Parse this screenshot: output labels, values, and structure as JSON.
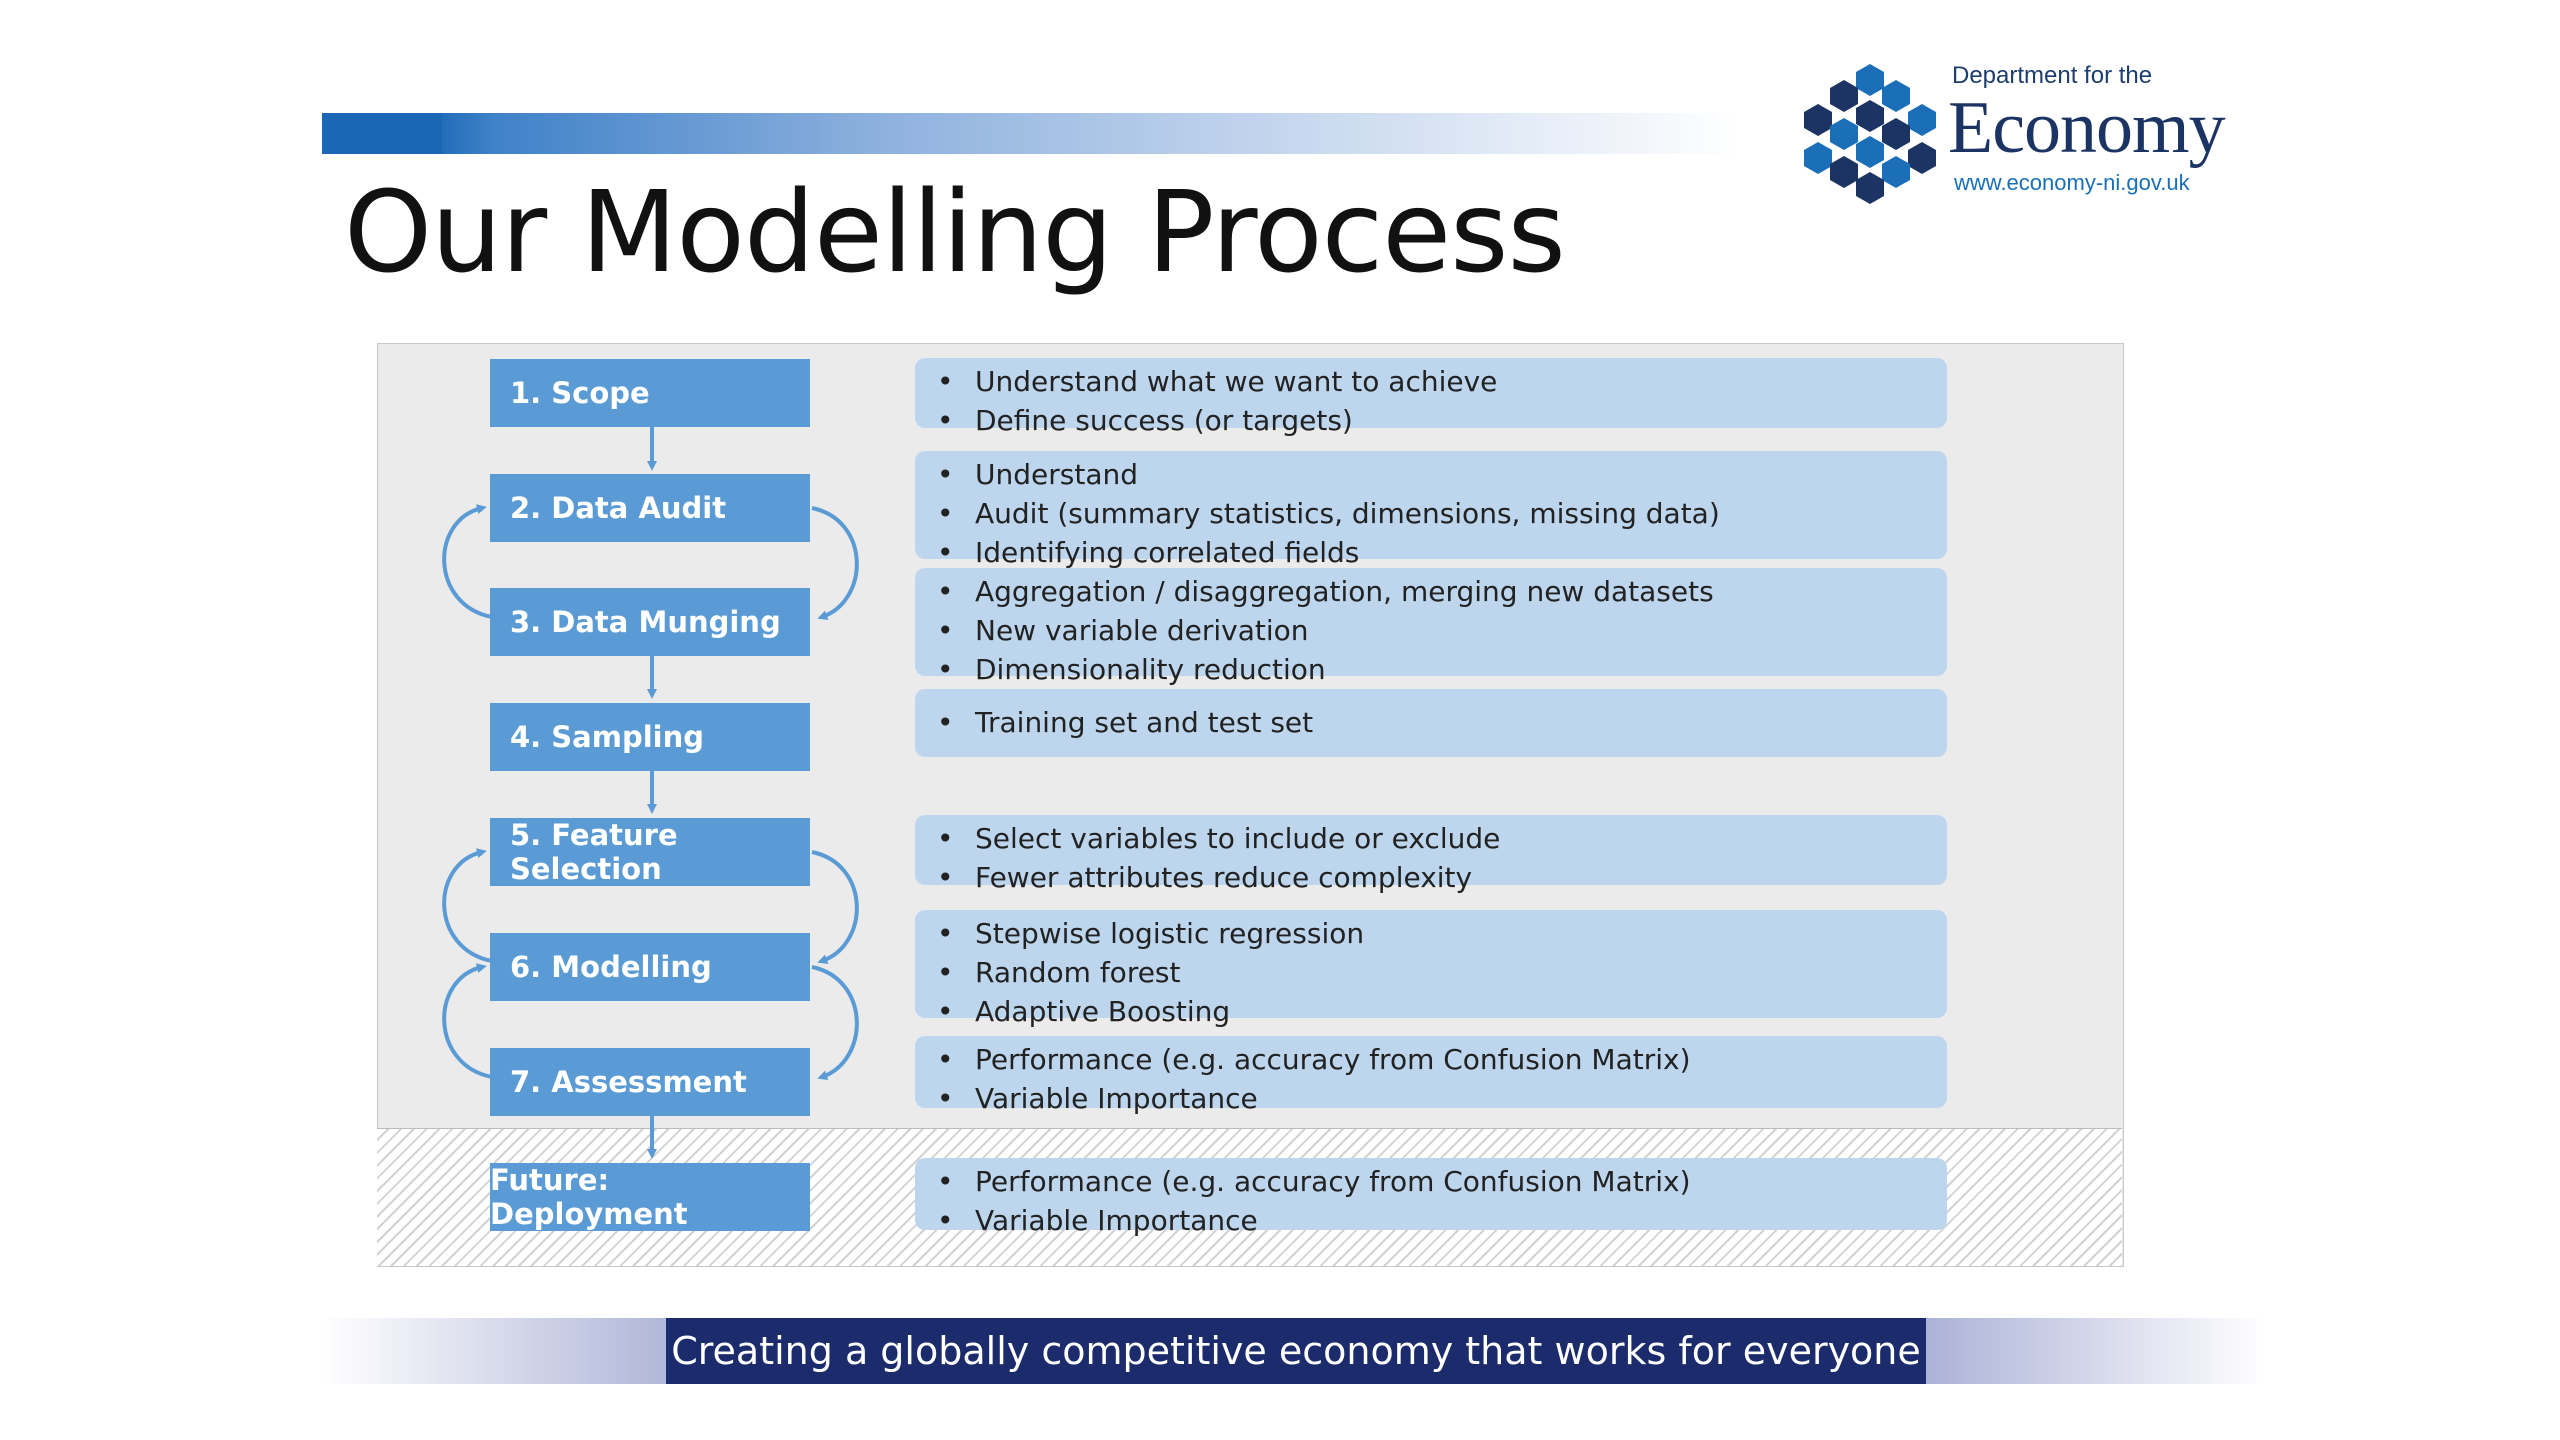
{
  "slide": {
    "title": "Our Modelling Process",
    "footer": "Creating a globally competitive economy that works for everyone"
  },
  "logo": {
    "department": "Department for the",
    "name": "Economy",
    "url": "www.economy-ni.gov.uk"
  },
  "steps": [
    {
      "label": "1. Scope"
    },
    {
      "label": "2. Data Audit"
    },
    {
      "label": "3. Data Munging"
    },
    {
      "label": "4. Sampling"
    },
    {
      "label": "5. Feature Selection"
    },
    {
      "label": "6. Modelling"
    },
    {
      "label": "7. Assessment"
    },
    {
      "label": "Future: Deployment"
    }
  ],
  "descriptions": [
    [
      "Understand what we want to achieve",
      "Define success (or targets)"
    ],
    [
      "Understand",
      "Audit (summary statistics, dimensions, missing data)",
      "Identifying correlated fields"
    ],
    [
      "Aggregation / disaggregation, merging new datasets",
      "New variable derivation",
      "Dimensionality reduction"
    ],
    [
      "Training set and test set"
    ],
    [
      "Select variables to include or exclude",
      "Fewer attributes reduce complexity"
    ],
    [
      "Stepwise logistic regression",
      "Random forest",
      "Adaptive Boosting"
    ],
    [
      "Performance (e.g. accuracy from Confusion Matrix)",
      "Variable Importance"
    ],
    [
      "Performance (e.g. accuracy from Confusion Matrix)",
      "Variable Importance"
    ]
  ],
  "colors": {
    "step_fill": "#5b9bd5",
    "desc_fill": "#bdd6ee",
    "footer_band": "#1b2b6b",
    "accent_bar": "#1a68b5"
  }
}
